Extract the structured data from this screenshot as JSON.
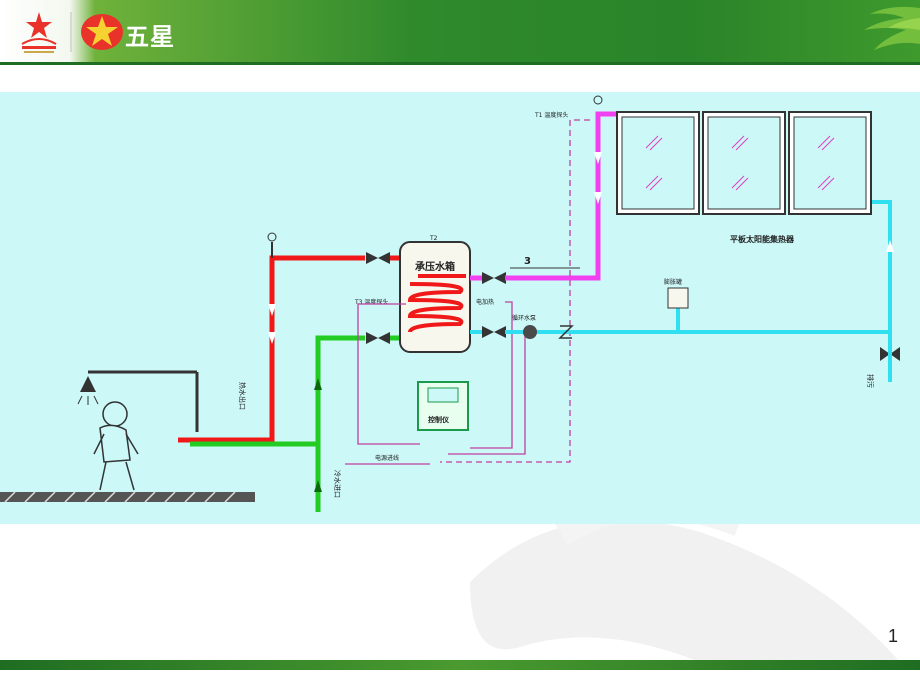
{
  "header": {
    "brand_name": "五星",
    "colors": {
      "bar": "#2a8429",
      "stripe": "#1f6d22",
      "star": "#f6d231",
      "emblem": "#e8322a"
    }
  },
  "diagram": {
    "tank_label": "承压水箱",
    "tank_top_label": "T2",
    "t1_label": "T1 温度探头",
    "t3_label": "T3 温度探头",
    "heater_label": "电加热",
    "pump_label": "循环水泵",
    "controller_label": "控制仪",
    "expansion_label": "膨胀罐",
    "collector_label": "平板太阳能集热器",
    "power_label": "电源进线",
    "hot_out_label": "热水出口",
    "cold_in_label": "冷水进口",
    "drain_label": "排污",
    "pipe_marker": "3",
    "colors": {
      "background": "#ccf8f8",
      "hot_pipe": "#f01818",
      "cold_pipe": "#22cc22",
      "solar_pipe": "#f040f0",
      "return_pipe": "#30e0f0",
      "control_wire": "#c040a0"
    }
  },
  "page": {
    "number": "1"
  }
}
